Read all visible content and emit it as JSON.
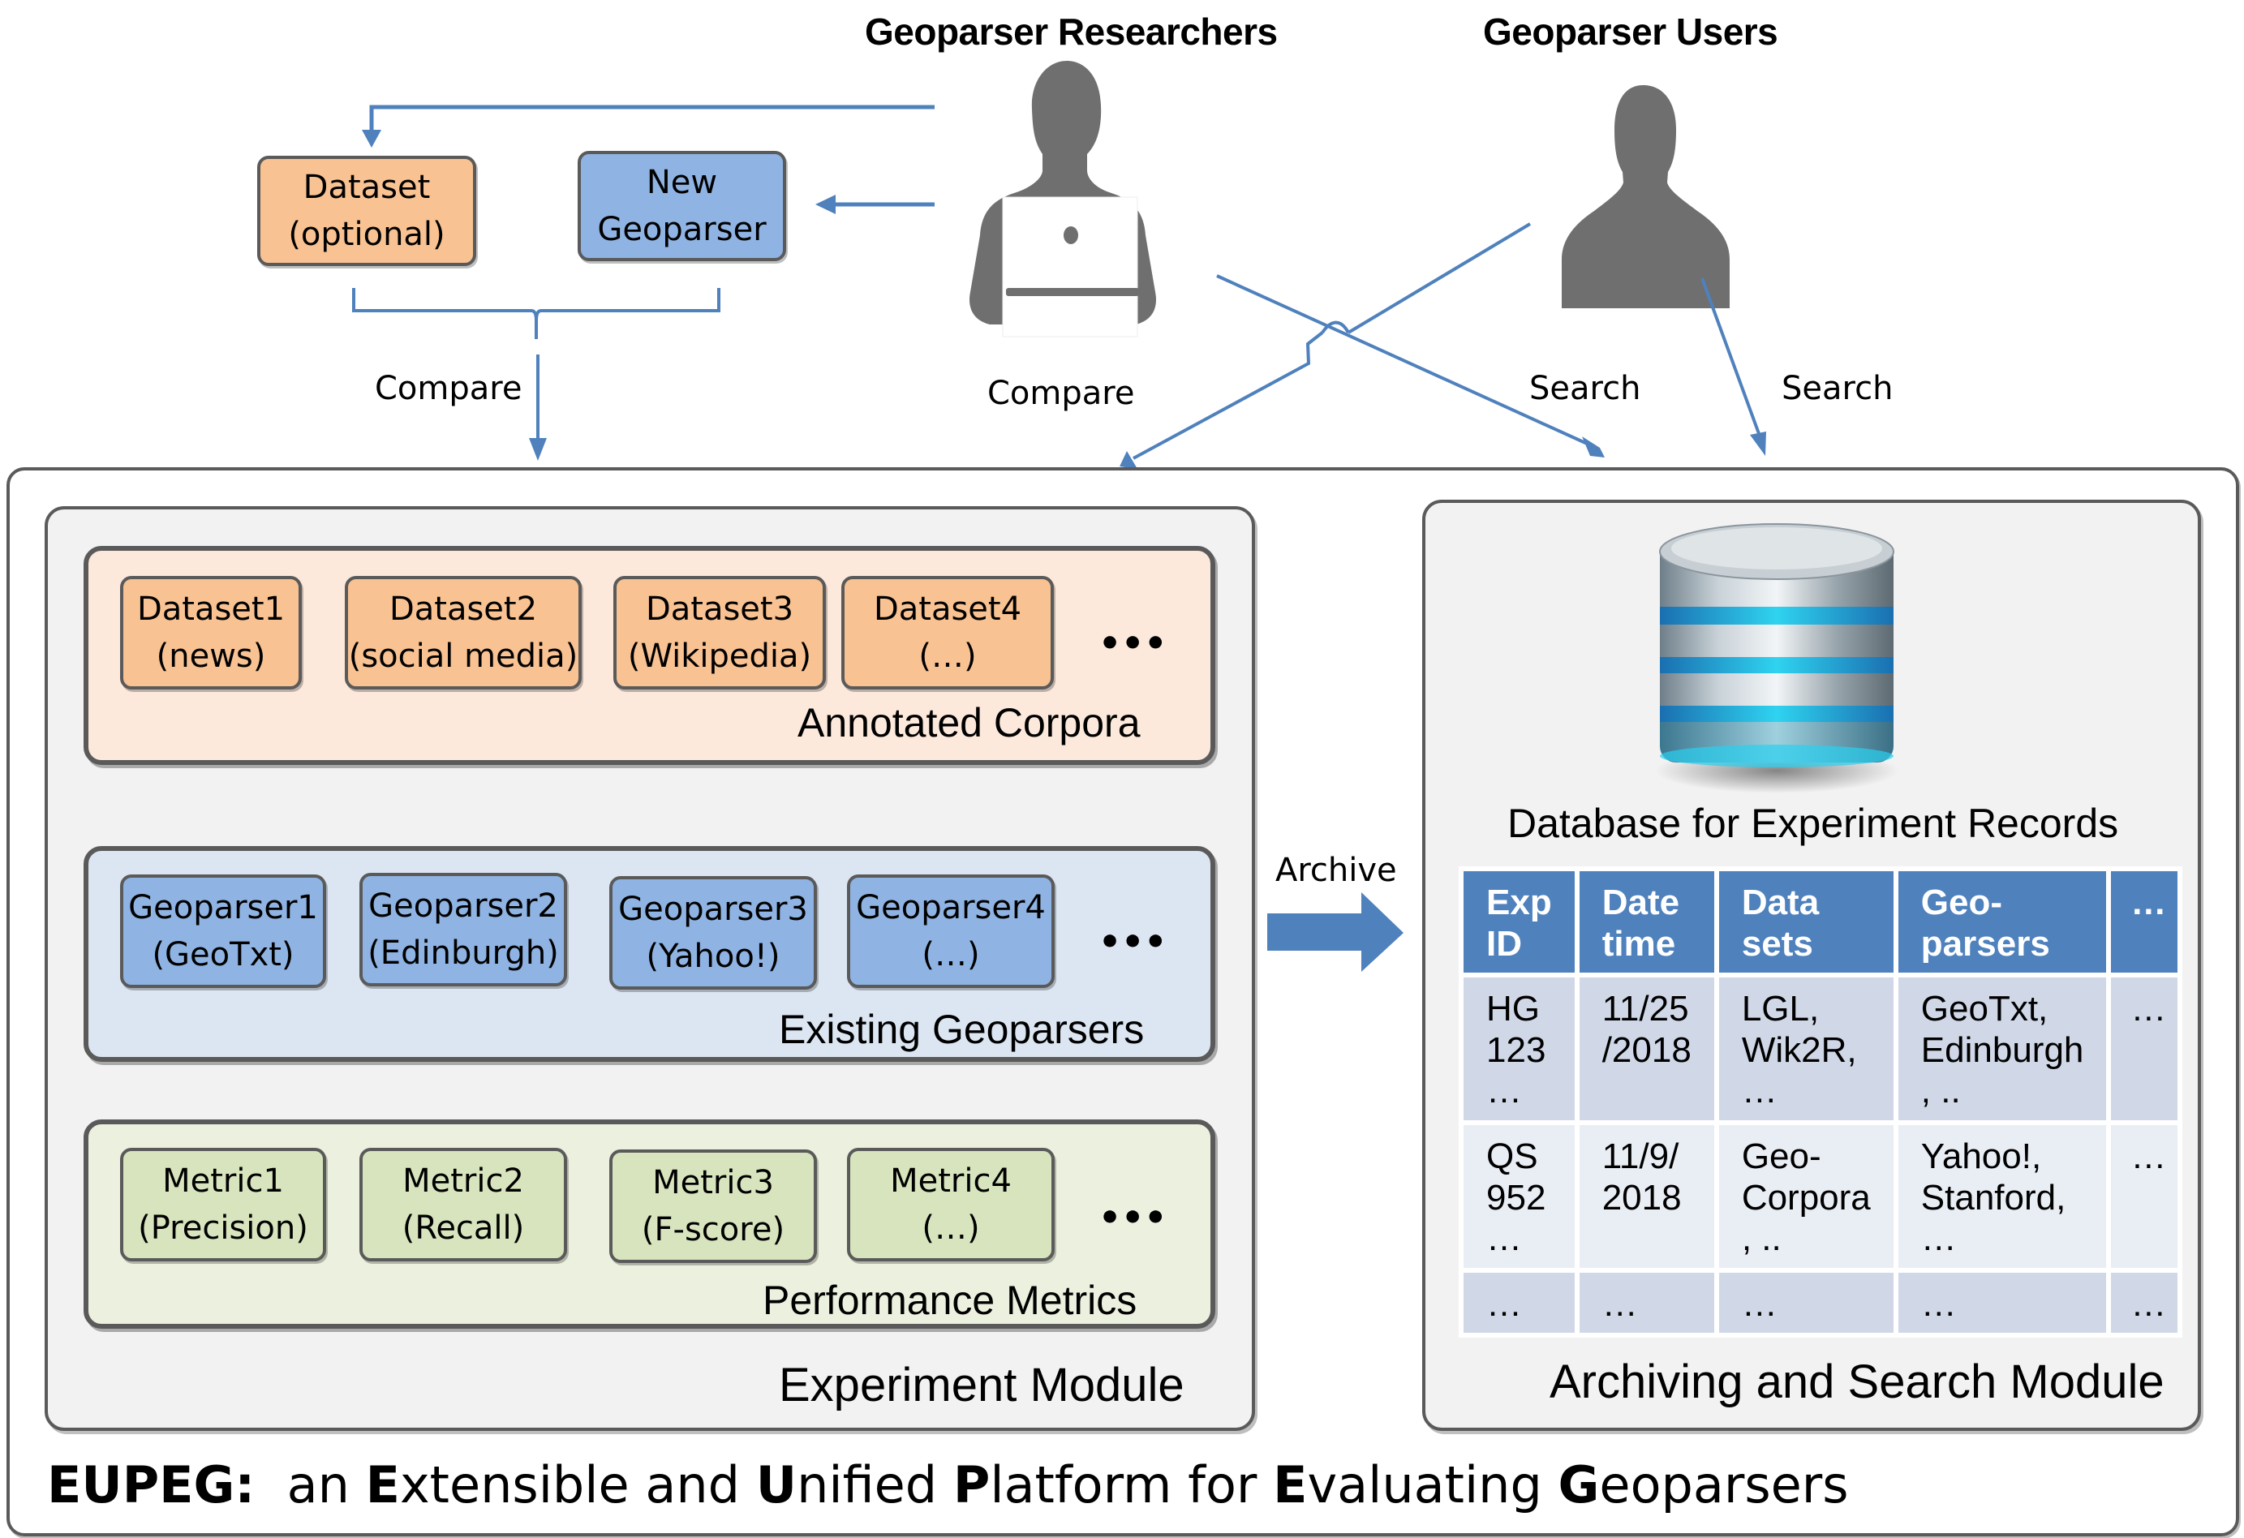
{
  "actors": {
    "researchers": {
      "title": "Geoparser Researchers",
      "icon": "person-with-laptop-icon"
    },
    "users": {
      "title": "Geoparser Users",
      "icon": "person-silhouette-icon"
    }
  },
  "inputs": {
    "dataset": {
      "line1": "Dataset",
      "line2": "(optional)"
    },
    "new_geoparser": {
      "line1": "New",
      "line2": "Geoparser"
    }
  },
  "arrow_labels": {
    "compare_left": "Compare",
    "compare_center": "Compare",
    "search_researcher": "Search",
    "search_user": "Search",
    "archive": "Archive"
  },
  "experiment_module": {
    "title": "Experiment Module",
    "corpora": {
      "title": "Annotated Corpora",
      "items": [
        {
          "line1": "Dataset1",
          "line2": "(news)"
        },
        {
          "line1": "Dataset2",
          "line2": "(social media)"
        },
        {
          "line1": "Dataset3",
          "line2": "(Wikipedia)"
        },
        {
          "line1": "Dataset4",
          "line2": "(…)"
        }
      ],
      "more": "•••"
    },
    "geoparsers": {
      "title": "Existing Geoparsers",
      "items": [
        {
          "line1": "Geoparser1",
          "line2": "(GeoTxt)"
        },
        {
          "line1": "Geoparser2",
          "line2": "(Edinburgh)"
        },
        {
          "line1": "Geoparser3",
          "line2": "(Yahoo!)"
        },
        {
          "line1": "Geoparser4",
          "line2": "(…)"
        }
      ],
      "more": "•••"
    },
    "metrics": {
      "title": "Performance Metrics",
      "items": [
        {
          "line1": "Metric1",
          "line2": "(Precision)"
        },
        {
          "line1": "Metric2",
          "line2": "(Recall)"
        },
        {
          "line1": "Metric3",
          "line2": "(F-score)"
        },
        {
          "line1": "Metric4",
          "line2": "(…)"
        }
      ],
      "more": "•••"
    }
  },
  "archive_module": {
    "title": "Archiving and Search Module",
    "db_title": "Database for Experiment Records",
    "db_icon": "database-icon",
    "table": {
      "headers": [
        [
          "Exp",
          "ID"
        ],
        [
          "Date",
          "time"
        ],
        [
          "Data",
          "sets"
        ],
        [
          "Geo-",
          "parsers"
        ],
        [
          "…"
        ]
      ],
      "rows": [
        [
          [
            "HG",
            "123",
            "…"
          ],
          [
            "11/25",
            "/2018"
          ],
          [
            "LGL,",
            "Wik2R,",
            "…"
          ],
          [
            "GeoTxt,",
            "Edinburgh",
            ", .."
          ],
          [
            "…"
          ]
        ],
        [
          [
            "QS",
            "952",
            "…"
          ],
          [
            "11/9/",
            "2018"
          ],
          [
            "Geo-",
            "Corpora",
            ", .."
          ],
          [
            "Yahoo!,",
            "Stanford,",
            "…"
          ],
          [
            "…"
          ]
        ],
        [
          [
            "…"
          ],
          [
            "…"
          ],
          [
            "…"
          ],
          [
            "…"
          ],
          [
            "…"
          ]
        ]
      ]
    }
  },
  "footer": {
    "parts": [
      {
        "text": "EUPEG:",
        "bold": true
      },
      {
        "text": "  an ",
        "bold": false
      },
      {
        "text": "E",
        "bold": true
      },
      {
        "text": "xtensible and ",
        "bold": false
      },
      {
        "text": "U",
        "bold": true
      },
      {
        "text": "nified ",
        "bold": false
      },
      {
        "text": "P",
        "bold": true
      },
      {
        "text": "latform for ",
        "bold": false
      },
      {
        "text": "E",
        "bold": true
      },
      {
        "text": "valuating ",
        "bold": false
      },
      {
        "text": "G",
        "bold": true
      },
      {
        "text": "eoparsers",
        "bold": false
      }
    ]
  },
  "colors": {
    "arrow": "#4f81bd",
    "orange_box": "#f8c292",
    "blue_box": "#8fb3e2",
    "green_box": "#d7e4bd",
    "corpora_panel": "#fce9dc",
    "geoparsers_panel": "#dce6f2",
    "metrics_panel": "#ebf1de",
    "table_header": "#4f81bd",
    "person": "#6f6f6f"
  }
}
